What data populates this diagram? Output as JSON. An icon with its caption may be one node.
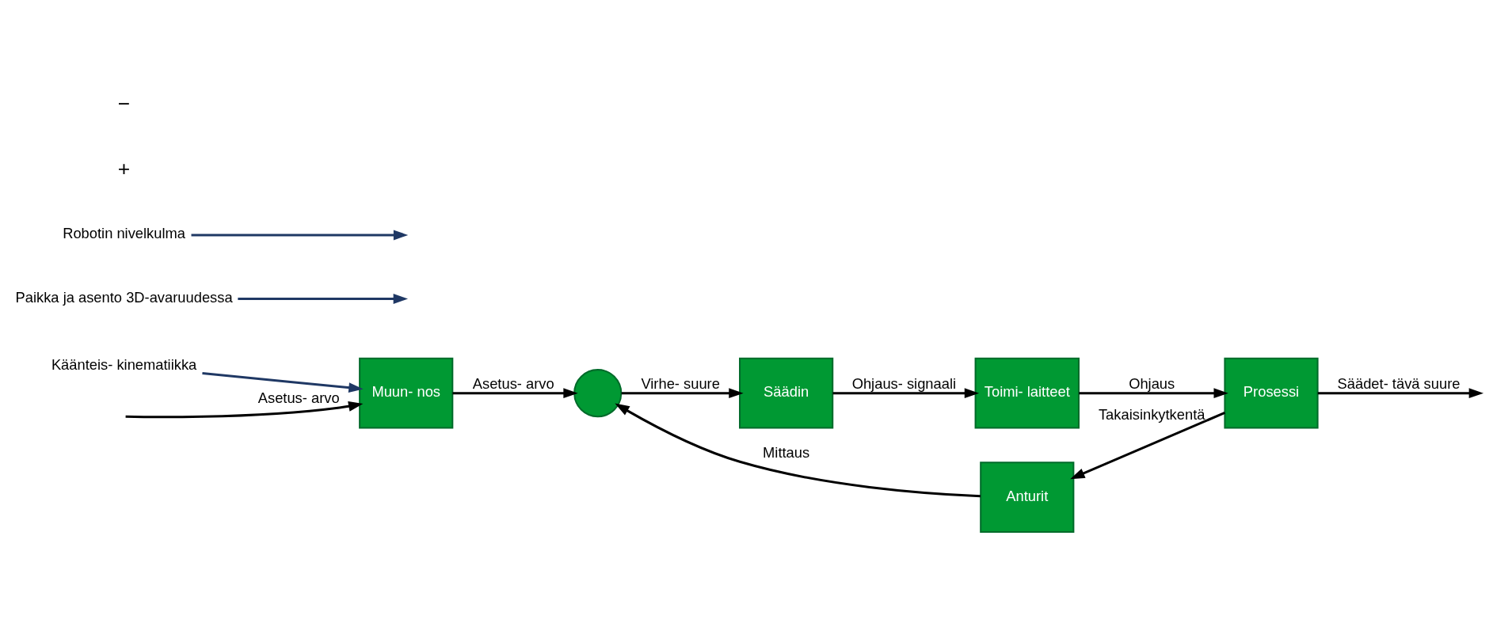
{
  "diagram": {
    "nodes": [
      {
        "text": [
          "Muun- nos"
        ]
      },
      {
        "text": [],
        "shape": "circle"
      },
      {
        "text": [
          "Säädin"
        ]
      },
      {
        "text": [
          "Toimi- laitteet"
        ]
      },
      {
        "text": [
          "Prosessi"
        ]
      },
      {
        "text": [
          "Anturit"
        ]
      },
      {
        "text": [
          "Paikka ja asento 3D-avaruudessa"
        ]
      },
      {
        "text": [
          "Robotin nivelkulma"
        ]
      },
      {
        "text": [
          "Käänteis- kinematiikka"
        ]
      }
    ],
    "edges": [
      {
        "from": null,
        "to": 0,
        "arrow": "to",
        "label": "Asetus- arvo"
      },
      {
        "from": 0,
        "to": 1,
        "arrow": "to",
        "label": "Asetus- arvo"
      },
      {
        "from": 1,
        "to": 2,
        "arrow": "to",
        "label": "Virhe- suure"
      },
      {
        "from": 2,
        "to": 3,
        "arrow": "to",
        "label": "Ohjaus- signaali"
      },
      {
        "from": 3,
        "to": 4,
        "arrow": "to",
        "label": "Ohjaus"
      },
      {
        "from": 4,
        "to": null,
        "arrow": "to",
        "label": "Säädet- tävä suure"
      },
      {
        "from": 4,
        "to": 5,
        "arrow": "to",
        "label": "Takaisinkytkentä"
      },
      {
        "from": 5,
        "to": 1,
        "arrow": "to",
        "label": "Mittaus"
      },
      {
        "from": 6,
        "to": null,
        "arrow": "to",
        "color": "#1f3864"
      },
      {
        "from": 7,
        "to": null,
        "arrow": "to",
        "color": "#1f3864"
      },
      {
        "from": 8,
        "to": 0,
        "arrow": "to",
        "color": "#1f3864"
      }
    ],
    "labels": [
      "+",
      "−"
    ]
  }
}
